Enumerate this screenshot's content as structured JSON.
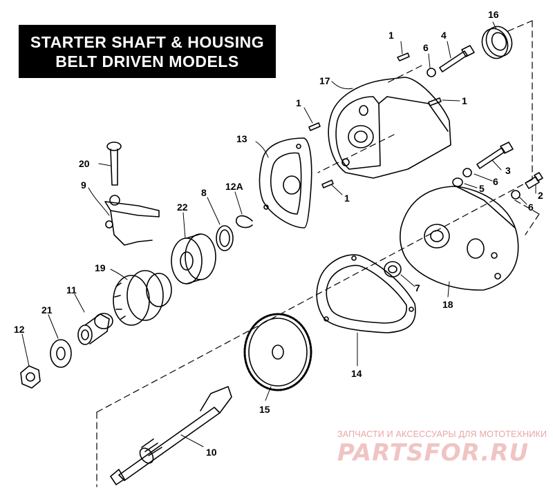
{
  "title": {
    "line1": "STARTER SHAFT & HOUSING",
    "line2": "BELT DRIVEN MODELS"
  },
  "callouts": [
    "16",
    "1",
    "6",
    "4",
    "17",
    "1",
    "1",
    "13",
    "3",
    "6",
    "2",
    "20",
    "5",
    "1",
    "6",
    "9",
    "12A",
    "8",
    "22",
    "19",
    "7",
    "18",
    "11",
    "21",
    "12",
    "14",
    "15",
    "10"
  ],
  "watermark": {
    "line1": "ЗАПЧАСТИ И АКСЕССУАРЫ ДЛЯ МОТОТЕХНИКИ",
    "line2": "PARTSFOR.RU"
  }
}
